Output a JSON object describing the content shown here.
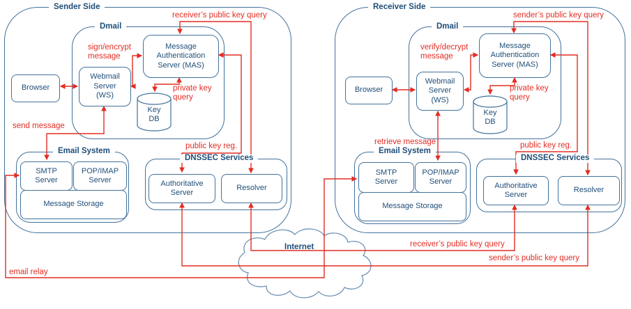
{
  "colors": {
    "red": "#e22d24",
    "border_blue": "#41719c",
    "navy_text": "#1f4e79"
  },
  "sender": {
    "title": "Sender Side",
    "dmail_title": "Dmail",
    "browser": "Browser",
    "webmail_server": "Webmail\nServer\n(WS)",
    "mas": "Message\nAuthentication\nServer (MAS)",
    "key_db": "Key\nDB",
    "email_system_title": "Email System",
    "smtp": "SMTP\nServer",
    "pop_imap": "POP/IMAP\nServer",
    "message_storage": "Message Storage",
    "dnssec_title": "DNSSEC Services",
    "authoritative": "Authoritative\nServer",
    "resolver": "Resolver",
    "labels": {
      "receivers_pubkey_query": "receiver’s public key query",
      "sign_encrypt": "sign/encrypt\nmessage",
      "private_key_query": "private key\nquery",
      "send_message": "send message",
      "public_key_reg": "public key reg."
    }
  },
  "receiver": {
    "title": "Receiver Side",
    "dmail_title": "Dmail",
    "browser": "Browser",
    "webmail_server": "Webmail\nServer\n(WS)",
    "mas": "Message\nAuthentication\nServer (MAS)",
    "key_db": "Key\nDB",
    "email_system_title": "Email System",
    "smtp": "SMTP\nServer",
    "pop_imap": "POP/IMAP\nServer",
    "message_storage": "Message Storage",
    "dnssec_title": "DNSSEC Services",
    "authoritative": "Authoritative\nServer",
    "resolver": "Resolver",
    "labels": {
      "senders_pubkey_query": "sender’s public key query",
      "verify_decrypt": "verify/decrypt\nmessage",
      "private_key_query": "private key\nquery",
      "retrieve_message": "retrieve message",
      "public_key_reg": "public key reg."
    }
  },
  "network": {
    "internet": "Internet",
    "email_relay": "email relay",
    "receivers_pubkey_query": "receiver’s public key query",
    "senders_pubkey_query": "sender’s public key query"
  }
}
